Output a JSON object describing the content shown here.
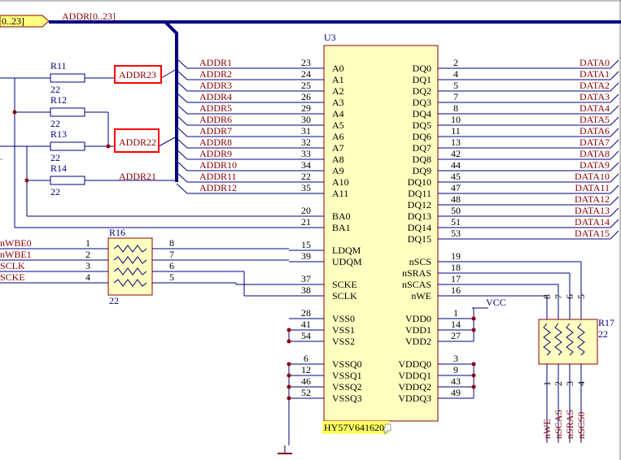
{
  "bus": {
    "port_label": "0..23]",
    "net_label": "ADDR[0..23]"
  },
  "u3": {
    "designator": "U3",
    "part_value": "HY57V641620",
    "left_pins": [
      {
        "name": "A0",
        "num": "23",
        "net": "ADDR1"
      },
      {
        "name": "A1",
        "num": "24",
        "net": "ADDR2"
      },
      {
        "name": "A2",
        "num": "25",
        "net": "ADDR3"
      },
      {
        "name": "A3",
        "num": "26",
        "net": "ADDR4"
      },
      {
        "name": "A4",
        "num": "29",
        "net": "ADDR5"
      },
      {
        "name": "A5",
        "num": "30",
        "net": "ADDR6"
      },
      {
        "name": "A6",
        "num": "31",
        "net": "ADDR7"
      },
      {
        "name": "A7",
        "num": "32",
        "net": "ADDR8"
      },
      {
        "name": "A8",
        "num": "33",
        "net": "ADDR9"
      },
      {
        "name": "A9",
        "num": "34",
        "net": "ADDR10"
      },
      {
        "name": "A10",
        "num": "22",
        "net": "ADDR11"
      },
      {
        "name": "A11",
        "num": "35",
        "net": "ADDR12"
      },
      {
        "name": "BA0",
        "num": "20",
        "net": ""
      },
      {
        "name": "BA1",
        "num": "21",
        "net": ""
      },
      {
        "name": "LDQM",
        "num": "15",
        "net": ""
      },
      {
        "name": "UDQM",
        "num": "39",
        "net": ""
      },
      {
        "name": "SCKE",
        "num": "37",
        "net": ""
      },
      {
        "name": "SCLK",
        "num": "38",
        "net": ""
      },
      {
        "name": "VSS0",
        "num": "28",
        "net": ""
      },
      {
        "name": "VSS1",
        "num": "41",
        "net": ""
      },
      {
        "name": "VSS2",
        "num": "54",
        "net": ""
      },
      {
        "name": "VSSQ0",
        "num": "6",
        "net": ""
      },
      {
        "name": "VSSQ1",
        "num": "12",
        "net": ""
      },
      {
        "name": "VSSQ2",
        "num": "46",
        "net": ""
      },
      {
        "name": "VSSQ3",
        "num": "52",
        "net": ""
      }
    ],
    "right_pins": [
      {
        "name": "DQ0",
        "num": "2",
        "net": "DATA0"
      },
      {
        "name": "DQ1",
        "num": "4",
        "net": "DATA1"
      },
      {
        "name": "DQ2",
        "num": "5",
        "net": "DATA2"
      },
      {
        "name": "DQ3",
        "num": "7",
        "net": "DATA3"
      },
      {
        "name": "DQ4",
        "num": "8",
        "net": "DATA4"
      },
      {
        "name": "DQ5",
        "num": "10",
        "net": "DATA5"
      },
      {
        "name": "DQ6",
        "num": "11",
        "net": "DATA6"
      },
      {
        "name": "DQ7",
        "num": "13",
        "net": "DATA7"
      },
      {
        "name": "DQ8",
        "num": "42",
        "net": "DATA8"
      },
      {
        "name": "DQ9",
        "num": "44",
        "net": "DATA9"
      },
      {
        "name": "DQ10",
        "num": "45",
        "net": "DATA10"
      },
      {
        "name": "DQ11",
        "num": "47",
        "net": "DATA11"
      },
      {
        "name": "DQ12",
        "num": "48",
        "net": "DATA12"
      },
      {
        "name": "DQ13",
        "num": "50",
        "net": "DATA13"
      },
      {
        "name": "DQ14",
        "num": "51",
        "net": "DATA14"
      },
      {
        "name": "DQ15",
        "num": "53",
        "net": "DATA15"
      },
      {
        "name": "nSCS",
        "num": "19",
        "net": ""
      },
      {
        "name": "nSRAS",
        "num": "18",
        "net": ""
      },
      {
        "name": "nSCAS",
        "num": "17",
        "net": ""
      },
      {
        "name": "nWE",
        "num": "16",
        "net": ""
      },
      {
        "name": "VDD0",
        "num": "1",
        "net": ""
      },
      {
        "name": "VDD1",
        "num": "14",
        "net": ""
      },
      {
        "name": "VDD2",
        "num": "27",
        "net": ""
      },
      {
        "name": "VDDQ0",
        "num": "3",
        "net": ""
      },
      {
        "name": "VDDQ1",
        "num": "9",
        "net": ""
      },
      {
        "name": "VDDQ2",
        "num": "43",
        "net": ""
      },
      {
        "name": "VDDQ3",
        "num": "49",
        "net": ""
      }
    ]
  },
  "resistors": [
    {
      "ref": "R11",
      "value": "22"
    },
    {
      "ref": "R12",
      "value": "22"
    },
    {
      "ref": "R13",
      "value": "22"
    },
    {
      "ref": "R14",
      "value": "22"
    }
  ],
  "addr_labels": {
    "addr23": "ADDR23",
    "addr22": "ADDR22",
    "addr21": "ADDR21"
  },
  "r16": {
    "ref": "R16",
    "value": "22",
    "rows": [
      {
        "net": "nWBE0",
        "left": "1",
        "right": "8"
      },
      {
        "net": "nWBE1",
        "left": "2",
        "right": "7"
      },
      {
        "net": "SCLK",
        "left": "3",
        "right": "6"
      },
      {
        "net": "SCKE",
        "left": "4",
        "right": "5"
      }
    ]
  },
  "r17": {
    "ref": "R17",
    "value": "22",
    "top_pins": [
      "8",
      "7",
      "6",
      "5"
    ],
    "bottom_pins": [
      "1",
      "2",
      "3",
      "4"
    ],
    "nets": [
      "nWE",
      "nSCAS",
      "nSRAS",
      "nSCS0"
    ]
  },
  "power": {
    "vcc": "VCC"
  },
  "colors": {
    "wire": "#000080",
    "bus": "#000080",
    "net_label": "#8b0000",
    "pin_text": "#000000",
    "body_fill": "#ffffc0",
    "body_stroke": "#8b0000",
    "highlight": "#ff0000",
    "port_fill": "#ffff80",
    "ground": "#8b0000"
  }
}
